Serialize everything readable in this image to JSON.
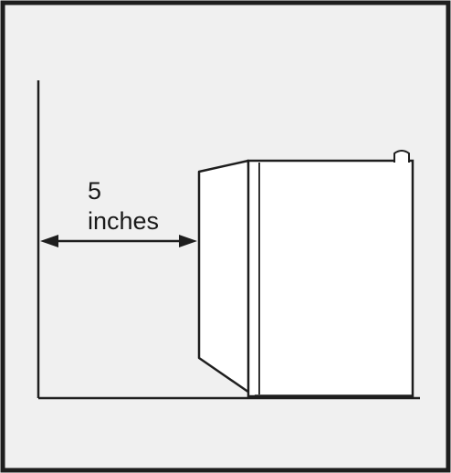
{
  "diagram": {
    "type": "clearance-diagram",
    "measurement": {
      "value": "5",
      "unit": "inches"
    },
    "colors": {
      "background": "#f0f0f0",
      "frame": "#1e1e1e",
      "line": "#1e1e1e",
      "appliance_fill": "#ffffff"
    },
    "icons": [
      "double-arrow-icon",
      "refrigerator-icon",
      "wall-icon"
    ]
  }
}
